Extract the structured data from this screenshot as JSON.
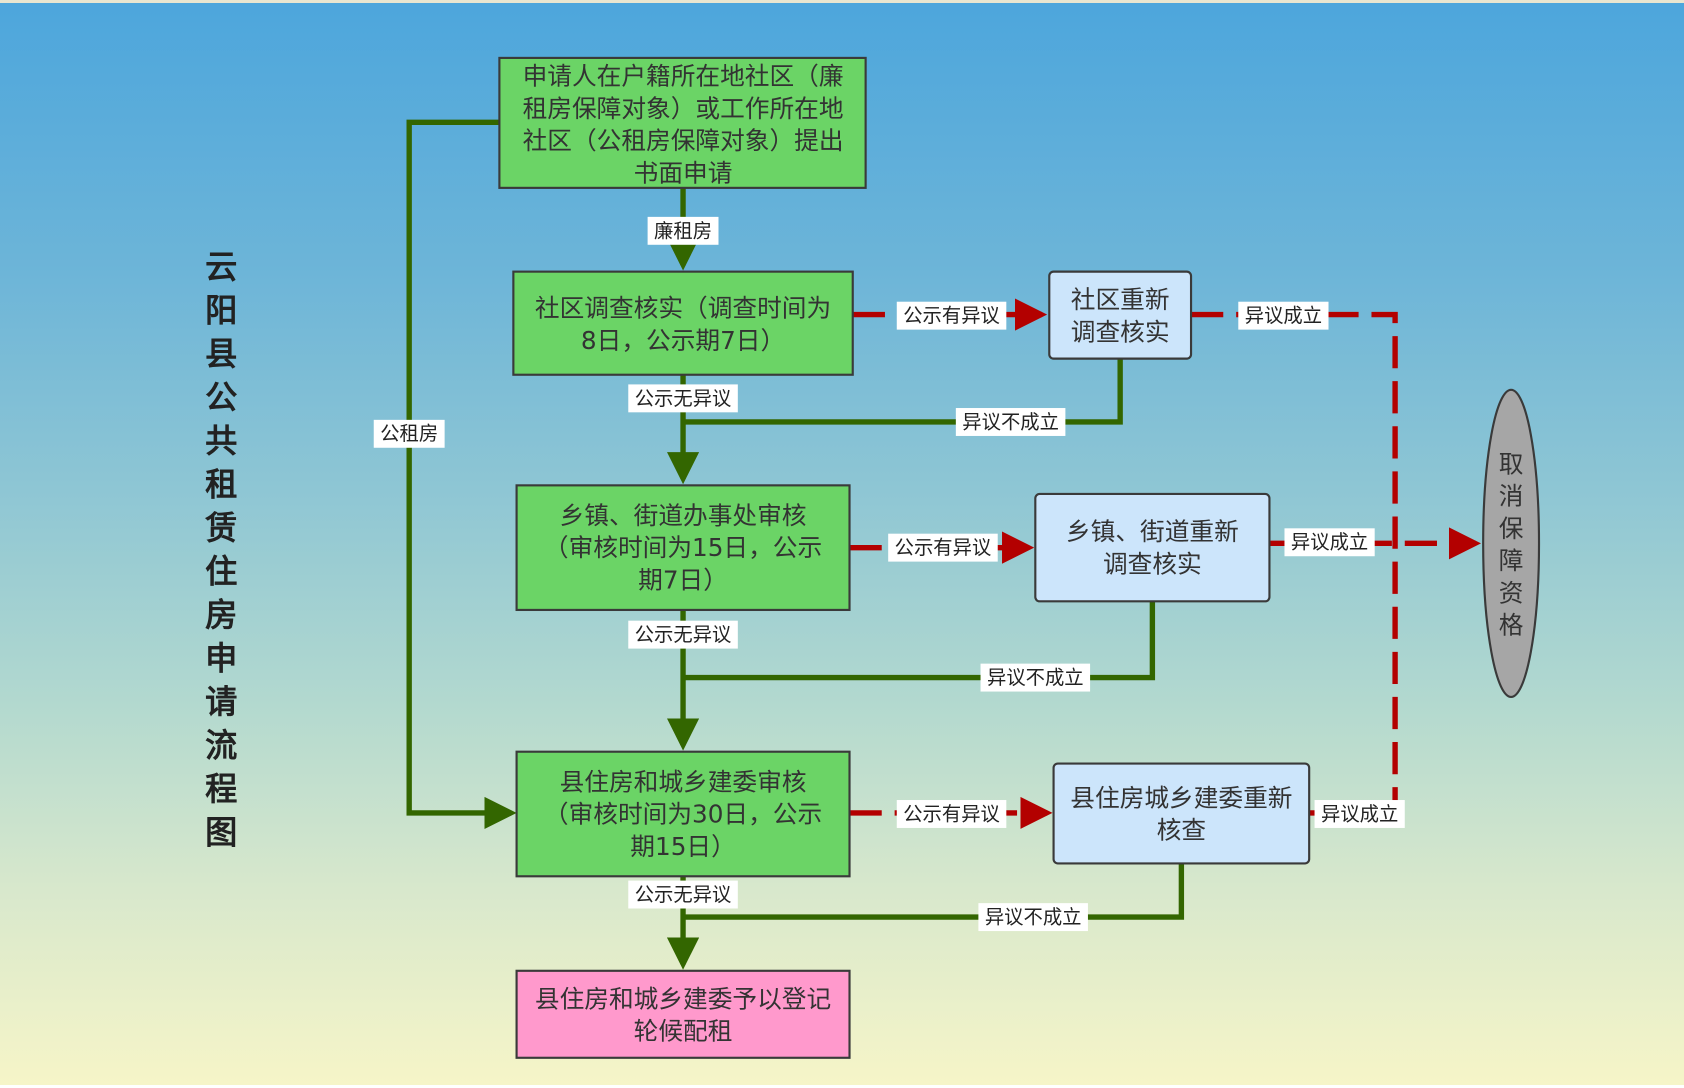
{
  "title": [
    "云",
    "阳",
    "县",
    "公",
    "共",
    "租",
    "赁",
    "住",
    "房",
    "申",
    "请",
    "流",
    "程",
    "图"
  ],
  "colors": {
    "process_fill": "#6bd466",
    "review_fill": "#cce5fb",
    "final_fill": "#ff99cc",
    "terminal_fill": "#a6a6a6",
    "flow_green": "#336600",
    "flow_red": "#b30000"
  },
  "nodes": {
    "apply": [
      "申请人在户籍所在地社区（廉",
      "租房保障对象）或工作所在地",
      "社区（公租房保障对象）提出",
      "书面申请"
    ],
    "community_check": [
      "社区调查核实（调查时间为",
      "8日，公示期7日）"
    ],
    "community_recheck": [
      "社区重新",
      "调查核实"
    ],
    "town_review": [
      "乡镇、街道办事处审核",
      "（审核时间为15日，公示",
      "期7日）"
    ],
    "town_recheck": [
      "乡镇、街道重新",
      "调查核实"
    ],
    "county_review": [
      "县住房和城乡建委审核",
      "（审核时间为30日，公示",
      "期15日）"
    ],
    "county_recheck": [
      "县住房城乡建委重新",
      "核查"
    ],
    "register": [
      "县住房和城乡建委予以登记",
      "轮候配租"
    ],
    "cancel": [
      "取",
      "消",
      "保",
      "障",
      "资",
      "格"
    ]
  },
  "labels": {
    "lianzufang": "廉租房",
    "gongzufang": "公租房",
    "no_objection_1": "公示无异议",
    "no_objection_2": "公示无异议",
    "no_objection_3": "公示无异议",
    "objection_1": "公示有异议",
    "objection_2": "公示有异议",
    "objection_3": "公示有异议",
    "upheld_1": "异议成立",
    "upheld_2": "异议成立",
    "upheld_3": "异议成立",
    "rejected_1": "异议不成立",
    "rejected_2": "异议不成立",
    "rejected_3": "异议不成立"
  }
}
